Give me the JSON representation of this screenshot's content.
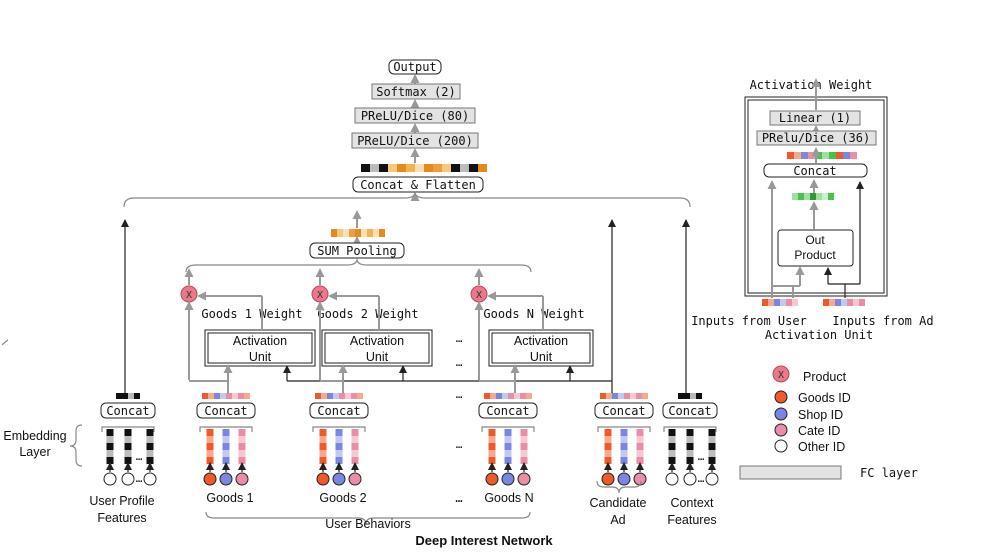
{
  "title": "Deep Interest Network",
  "top_stack": {
    "output": "Output",
    "softmax": "Softmax (2)",
    "prelu80": "PReLU/Dice (80)",
    "prelu200": "PReLU/Dice (200)",
    "concat_flatten": "Concat & Flatten"
  },
  "sum_pooling": "SUM Pooling",
  "product_symbol": "X",
  "goods_weights": [
    "Goods 1 Weight",
    "Goods 2 Weight",
    "Goods N Weight"
  ],
  "activation_unit_lines": [
    "Activation",
    "Unit"
  ],
  "concat_label": "Concat",
  "ellipsis": "…",
  "embedding_layer": [
    "Embedding",
    "Layer"
  ],
  "bottom_labels": {
    "user_profile": [
      "User Profile",
      "Features"
    ],
    "goods": [
      "Goods 1",
      "Goods 2",
      "Goods N"
    ],
    "user_behaviors": "User Behaviors",
    "candidate_ad": [
      "Candidate",
      "Ad"
    ],
    "context": [
      "Context",
      "Features"
    ]
  },
  "activation_panel": {
    "title": "Activation Weight",
    "linear": "Linear (1)",
    "prelu36": "PRelu/Dice (36)",
    "concat": "Concat",
    "out_product": [
      "Out",
      "Product"
    ],
    "inputs_user": "Inputs from User",
    "inputs_ad": "Inputs from Ad",
    "caption": "Activation Unit"
  },
  "legend": {
    "product": "Product",
    "goods_id": "Goods ID",
    "shop_id": "Shop ID",
    "cate_id": "Cate ID",
    "other_id": "Other ID",
    "fc_layer": "FC layer"
  },
  "colors": {
    "goods": "#ee5a2c",
    "shop": "#7b86e0",
    "cate": "#e98ea6",
    "other": "#ffffff",
    "product": "#e9798a",
    "fc": "#e3e3e3",
    "orange": "#f39c3d",
    "green": "#45c24a"
  }
}
